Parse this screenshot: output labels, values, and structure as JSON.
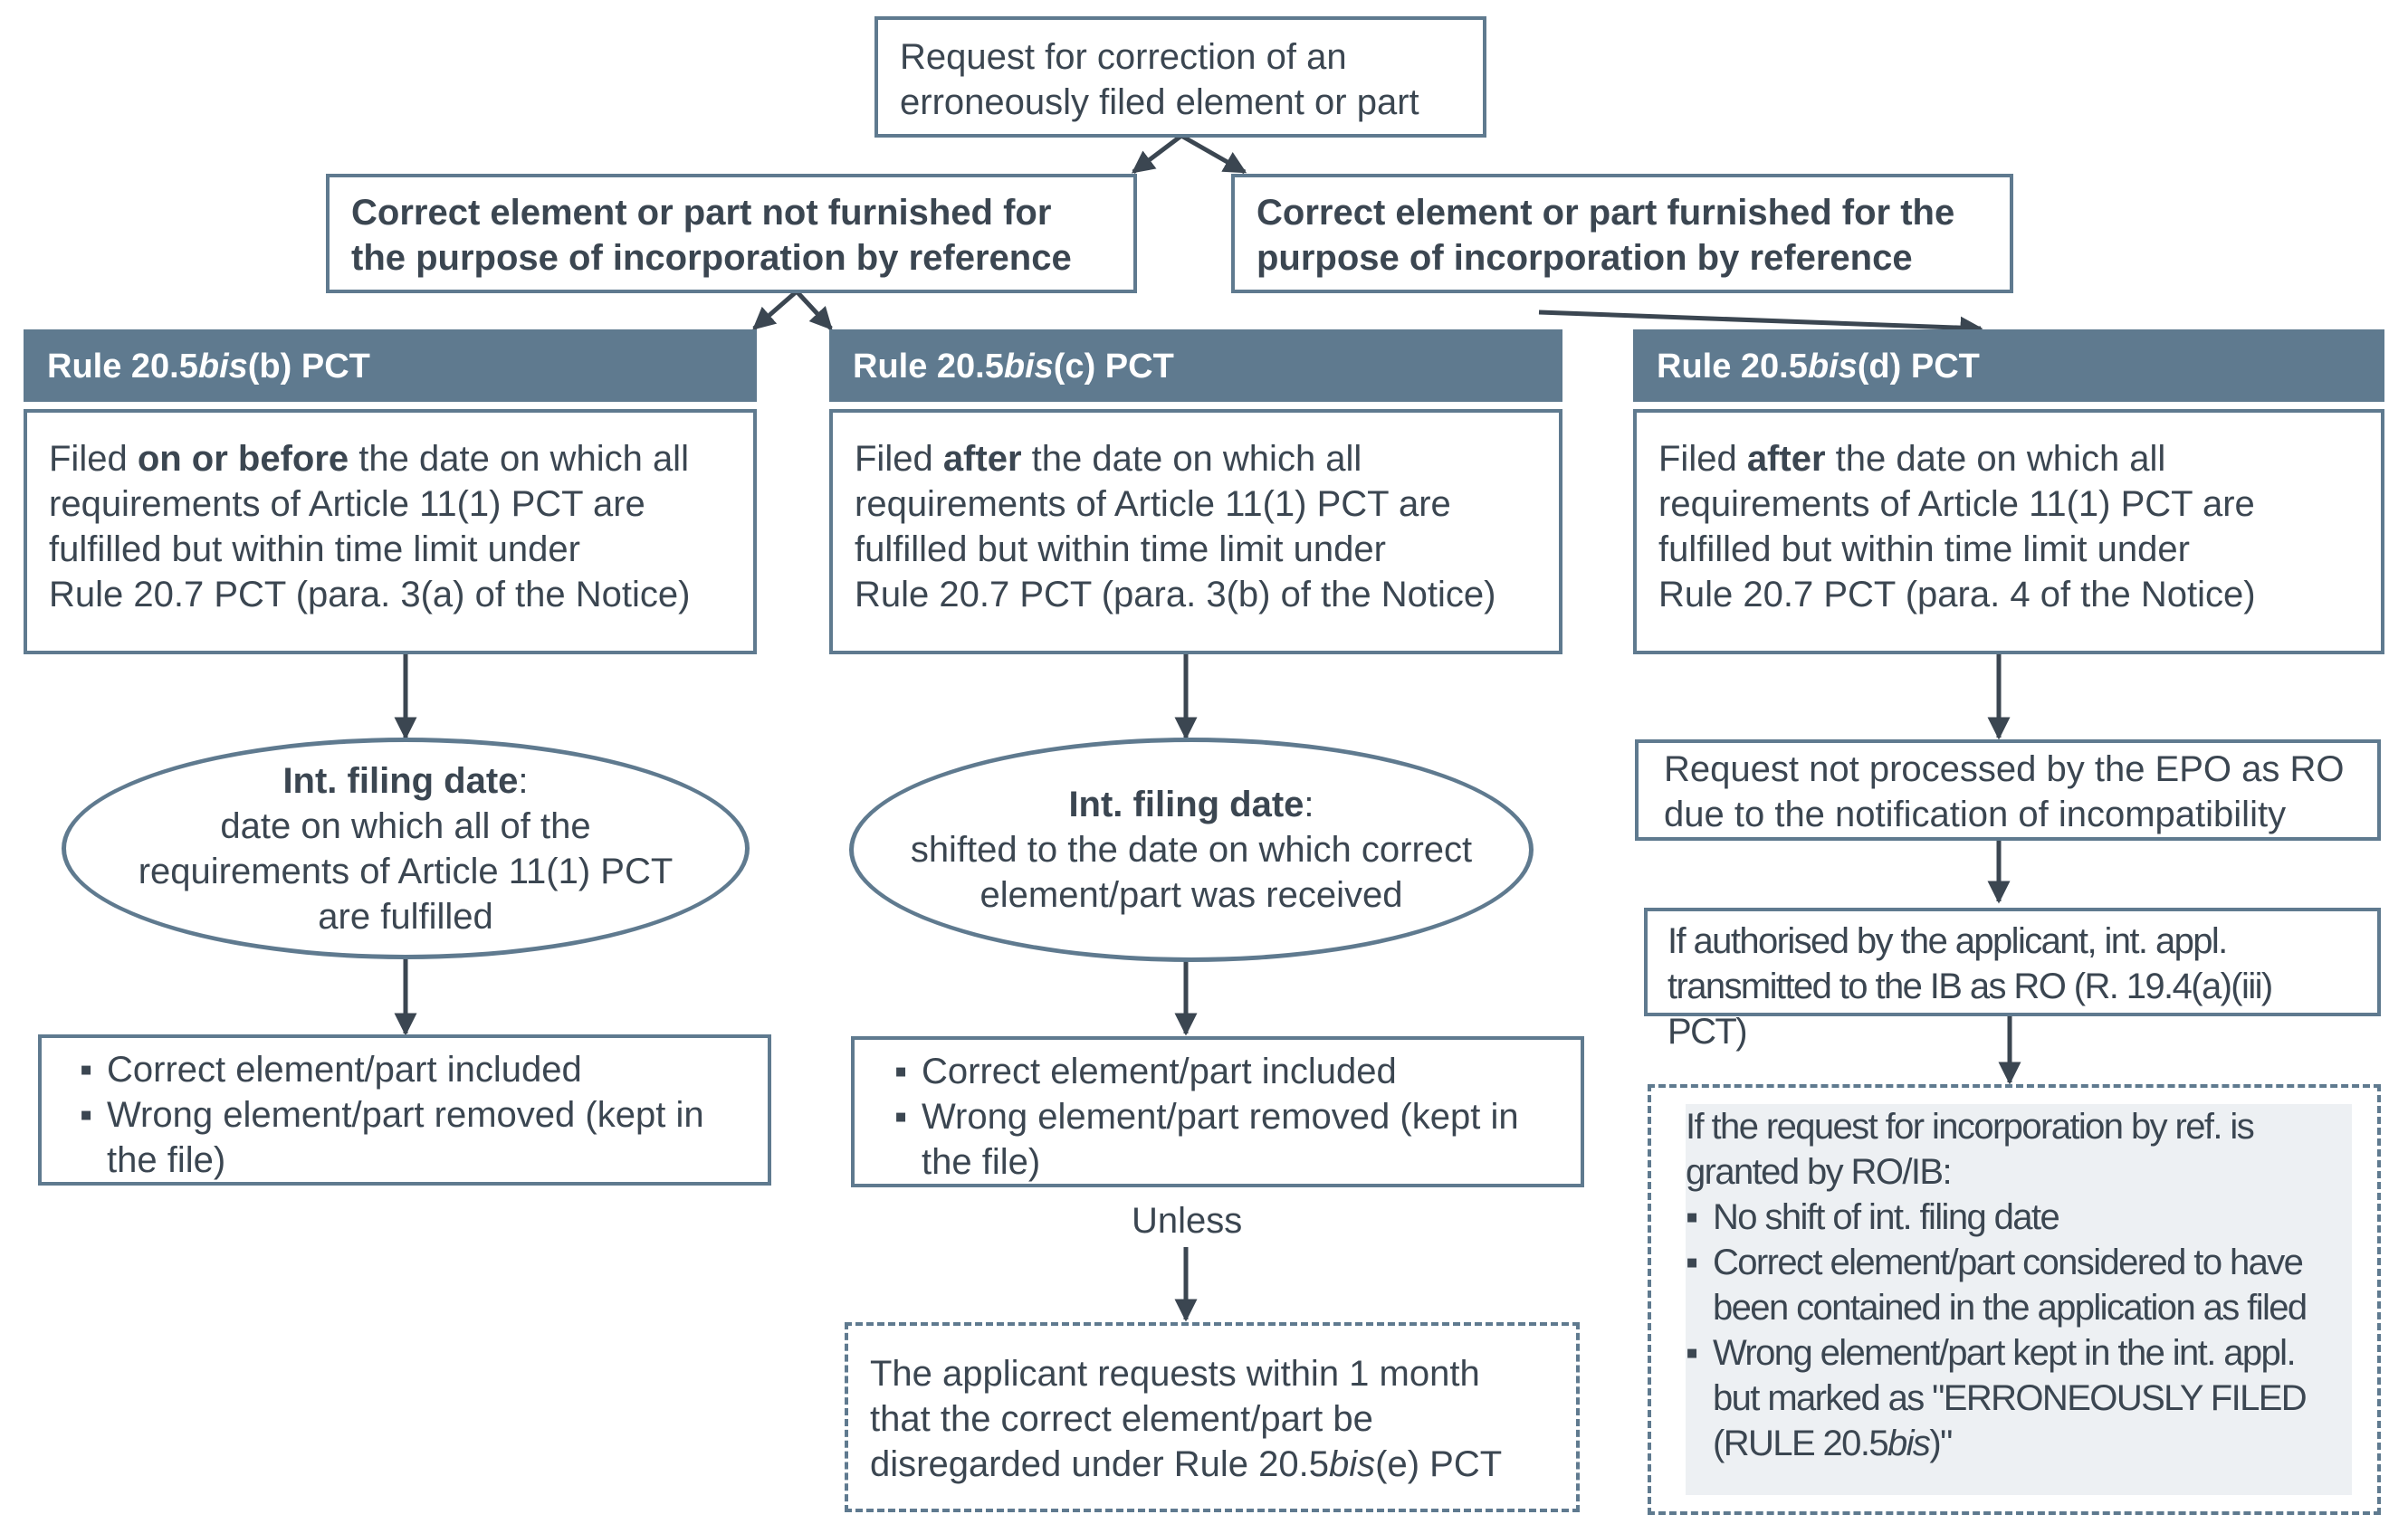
{
  "top": {
    "line1": "Request for correction of an",
    "line2": "erroneously filed element or part"
  },
  "branch_left": {
    "line1": "Correct element or part not furnished for",
    "line2": "the purpose of incorporation by reference"
  },
  "branch_right": {
    "line1": "Correct element or part furnished for the",
    "line2": "purpose of incorporation by reference"
  },
  "col_b": {
    "header_pre": "Rule 20.5",
    "header_it": "bis",
    "header_post": "(b) PCT",
    "filed_pre": "Filed ",
    "filed_bold": "on or before",
    "filed_post": " the date on which all",
    "line2": "requirements of Article 11(1) PCT are",
    "line3": "fulfilled but within time limit under",
    "line4": "Rule 20.7 PCT (para. 3(a) of the Notice)",
    "ellipse_title": "Int. filing date",
    "ellipse_colon": ":",
    "ellipse_l1": "date on which all of the",
    "ellipse_l2": "requirements of Article 11(1) PCT",
    "ellipse_l3": "are fulfilled",
    "bullet1": "Correct element/part included",
    "bullet2a": "Wrong element/part removed (kept in",
    "bullet2b": "the file)"
  },
  "col_c": {
    "header_pre": "Rule 20.5",
    "header_it": "bis",
    "header_post": "(c) PCT",
    "filed_pre": "Filed ",
    "filed_bold": "after",
    "filed_post": " the date on which all",
    "line2": "requirements of Article 11(1) PCT are",
    "line3": "fulfilled but within time limit under",
    "line4": "Rule 20.7 PCT (para. 3(b) of the Notice)",
    "ellipse_title": "Int. filing date",
    "ellipse_colon": ":",
    "ellipse_l1": "shifted to the date on which correct",
    "ellipse_l2": "element/part was received",
    "bullet1": "Correct element/part included",
    "bullet2a": "Wrong element/part removed (kept in",
    "bullet2b": "the file)",
    "unless": "Unless",
    "final_l1": "The applicant requests within 1 month",
    "final_l2": "that the correct element/part be",
    "final_l3_pre": "disregarded under Rule 20.5",
    "final_l3_it": "bis",
    "final_l3_post": "(e) PCT"
  },
  "col_d": {
    "header_pre": "Rule 20.5",
    "header_it": "bis",
    "header_post": "(d) PCT",
    "filed_pre": "Filed ",
    "filed_bold": "after",
    "filed_post": " the date on which all",
    "line2": "requirements of Article 11(1) PCT are",
    "line3": "fulfilled but within time limit under",
    "line4": "Rule 20.7 PCT (para. 4 of the Notice)",
    "np_l1": "Request not processed by the EPO as RO",
    "np_l2": "due to the notification of incompatibility",
    "auth_l1": "If authorised by the applicant, int. appl.",
    "auth_l2": "transmitted to the IB as RO (R. 19.4(a)(iii) PCT)",
    "grant_l1": "If the request for incorporation by ref. is",
    "grant_l2": "granted by RO/IB:",
    "gb1": "No shift of int. filing date",
    "gb2a": "Correct element/part considered to have",
    "gb2b": "been contained in the application as filed",
    "gb3a": "Wrong element/part kept in the int. appl.",
    "gb3b": "but marked as \"ERRONEOUSLY FILED",
    "gb3c_pre": "(RULE 20.5",
    "gb3c_it": "bis",
    "gb3c_post": ")\""
  }
}
